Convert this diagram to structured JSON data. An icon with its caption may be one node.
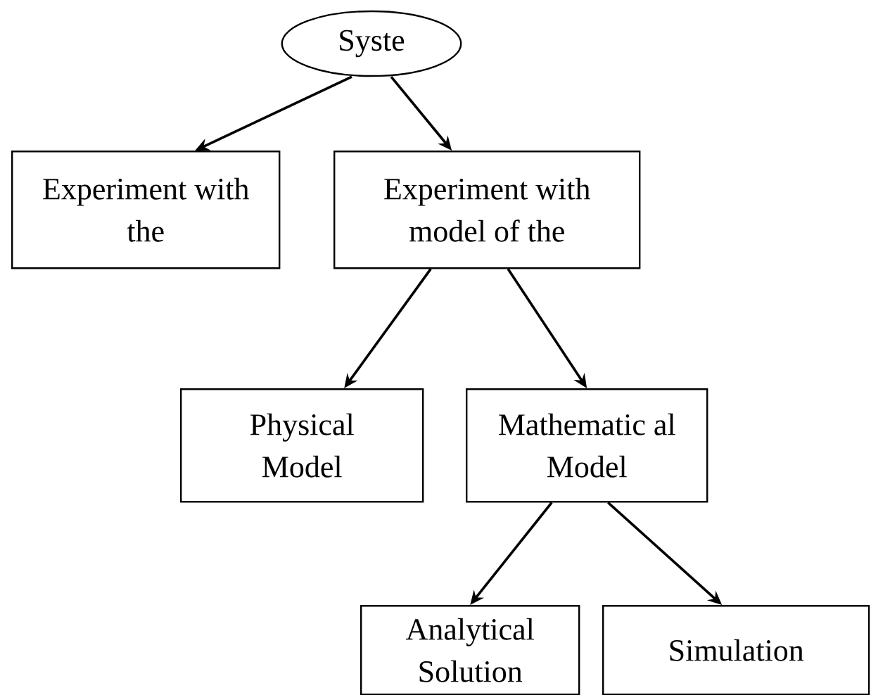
{
  "diagram": {
    "nodes": [
      {
        "text": [
          "Syste"
        ]
      },
      {
        "text": [
          "Experiment with the"
        ]
      },
      {
        "text": [
          "Experiment with model of the"
        ]
      },
      {
        "text": [
          "Physical Model"
        ]
      },
      {
        "text": [
          "Mathematic al Model"
        ]
      },
      {
        "text": [
          "Analytical Solution"
        ]
      },
      {
        "text": [
          "Simulation"
        ]
      }
    ],
    "edges": [
      {
        "from": 0,
        "to": 1,
        "arrow": "to"
      },
      {
        "from": 0,
        "to": 2,
        "arrow": "to"
      },
      {
        "from": 2,
        "to": 3,
        "arrow": "to"
      },
      {
        "from": 2,
        "to": 4,
        "arrow": "to"
      },
      {
        "from": 4,
        "to": 5,
        "arrow": "to"
      },
      {
        "from": 4,
        "to": 6,
        "arrow": "to"
      }
    ]
  }
}
